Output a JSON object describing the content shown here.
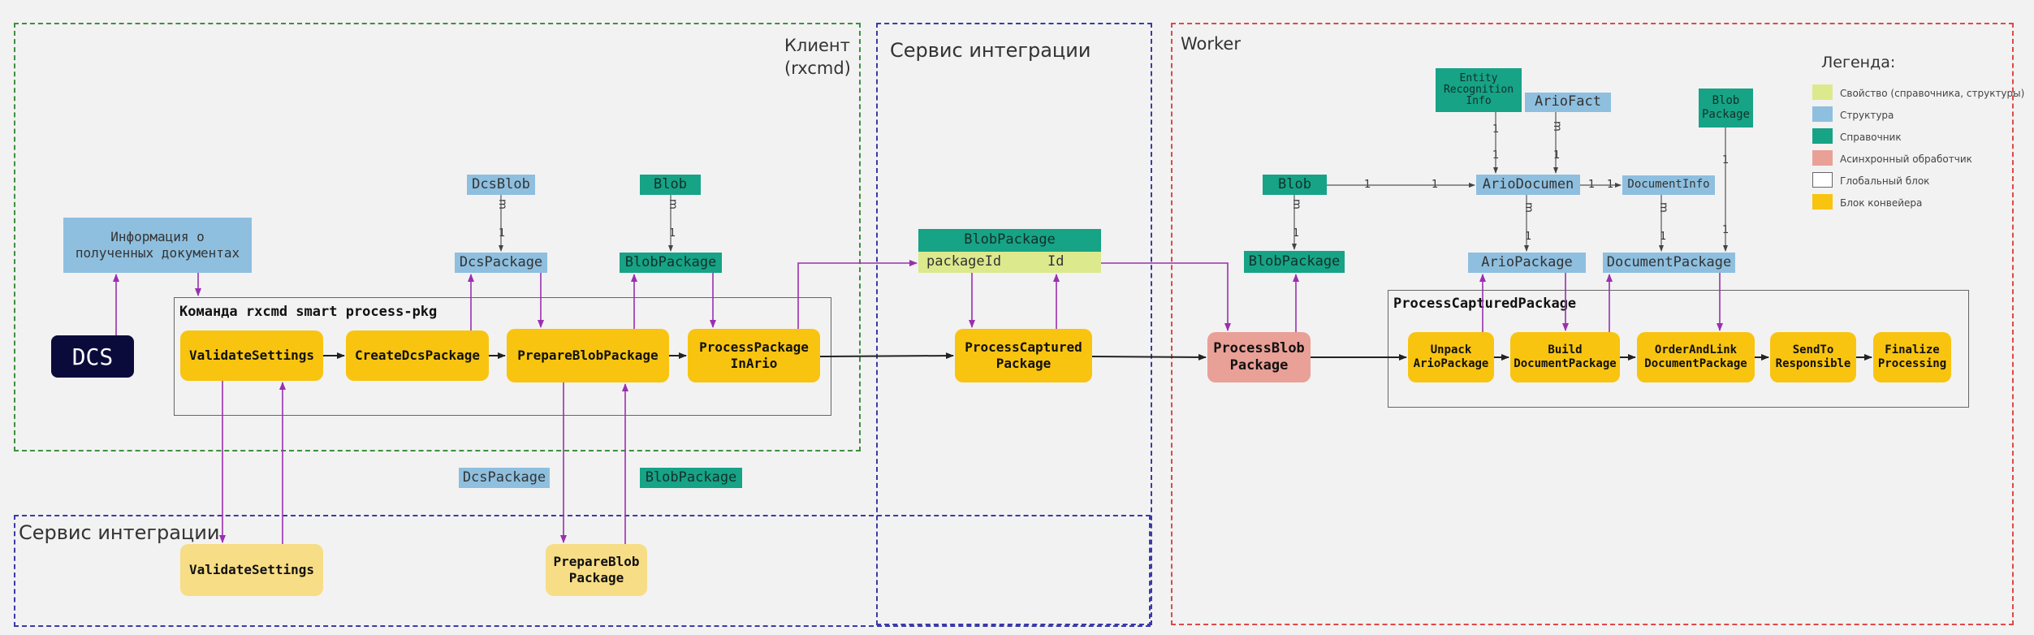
{
  "zones": {
    "client_title": "Клиент\n(rxcmd)",
    "integration_top_title": "Сервис интеграции",
    "integration_bottom_title": "Сервис интеграции",
    "worker_title": "Worker"
  },
  "boxes": {
    "client_command": "Команда rxcmd smart process-pkg",
    "worker_pipeline": "ProcessCapturedPackage"
  },
  "nodes": {
    "dcs": "DCS",
    "info_docs": "Информация о\nполученных документах",
    "validate_settings": "ValidateSettings",
    "create_dcs_package": "CreateDcsPackage",
    "prepare_blob_package": "PrepareBlobPackage",
    "process_package_in_ario": "ProcessPackage\nInArio",
    "dcs_blob": "DcsBlob",
    "dcs_package_top": "DcsPackage",
    "blob_client": "Blob",
    "blob_package_client": "BlobPackage",
    "dcs_package_mid": "DcsPackage",
    "blob_package_mid": "BlobPackage",
    "validate_settings_service": "ValidateSettings",
    "prepare_blob_package_service": "PrepareBlob\nPackage",
    "blob_package_header": "BlobPackage",
    "package_id": "packageId",
    "id_field": "Id",
    "process_captured_package": "ProcessCaptured\nPackage",
    "process_blob_package": "ProcessBlob\nPackage",
    "blob_worker": "Blob",
    "blob_package_worker": "BlobPackage",
    "entity_recognition_info": "Entity\nRecognition\nInfo",
    "ario_fact": "ArioFact",
    "blob_package_ref": "Blob\nPackage",
    "ario_document": "ArioDocumen",
    "document_info": "DocumentInfo",
    "ario_package": "ArioPackage",
    "document_package": "DocumentPackage",
    "unpack_ario_package": "Unpack\nArioPackage",
    "build_document_package": "Build\nDocumentPackage",
    "order_and_link": "OrderAndLink\nDocumentPackage",
    "send_to_responsible": "SendTo\nResponsible",
    "finalize_processing": "Finalize\nProcessing"
  },
  "multiplicities": {
    "one": "1",
    "many": "m"
  },
  "legend": {
    "title": "Легенда:",
    "items": [
      {
        "label": "Свойство (справочника, структуры)",
        "color": "#dce98d"
      },
      {
        "label": "Структура",
        "color": "#8ebfdf"
      },
      {
        "label": "Справочник",
        "color": "#16a386"
      },
      {
        "label": "Асинхронный обработчик",
        "color": "#e9a096"
      },
      {
        "label": "Глобальный блок",
        "color": "#ffffff"
      },
      {
        "label": "Блок конвейера",
        "color": "#f8c40f"
      }
    ]
  },
  "colors": {
    "client_border": "#3f8f3f",
    "integration_border": "#3a3aa8",
    "worker_border": "#e04848",
    "arrow_purple": "#9a2fb0",
    "arrow_dark": "#222222"
  }
}
